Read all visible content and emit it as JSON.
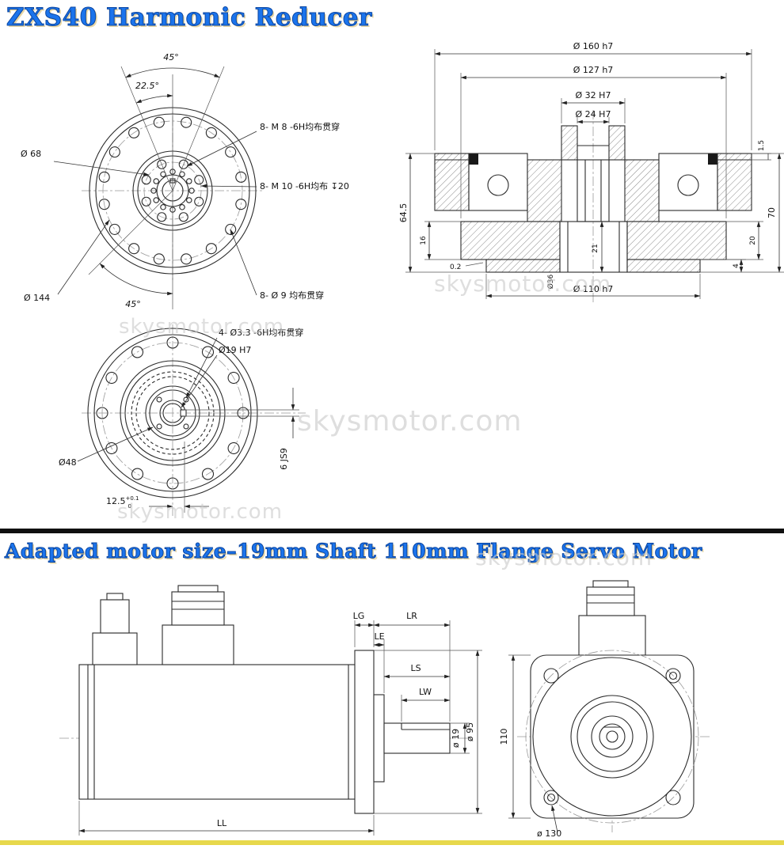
{
  "titles": {
    "reducer": "ZXS40 Harmonic Reducer",
    "motor": "Adapted motor size–19mm Shaft 110mm Flange Servo Motor"
  },
  "watermark": {
    "text": "skysmotor.com"
  },
  "colors": {
    "title_blue": "#1b74ec",
    "title_glow": "#e9d8a6",
    "accent_yellow": "#e7d84c",
    "divider_black": "#101010",
    "line": "#2b2b2b",
    "watermark_gray": "#c9c9c9"
  },
  "reducer_front_view": {
    "angle_top": "45°",
    "angle_mid": "22.5°",
    "dia_68": "Ø 68",
    "dia_144": "Ø 144",
    "m8_note": "8- M 8 -6H均布贯穿",
    "m10_note": "8- M 10 -6H均布 ↧20",
    "dia9_note": "8- Ø 9 均布贯穿",
    "angle_bottom": "45°"
  },
  "reducer_section_view": {
    "dia_160": "Ø 160 h7",
    "dia_127": "Ø 127 h7",
    "dia_32": "Ø 32 H7",
    "dia_24": "Ø 24 H7",
    "dim_1_5": "1.5",
    "dim_70": "70",
    "dim_20": "20",
    "dim_4": "4",
    "dim_64_5": "64.5",
    "dim_16": "16",
    "dim_0_2": "0.2",
    "dia_36": "Ø36",
    "dim_21": "21",
    "dia_110": "Ø 110 h7"
  },
  "reducer_output_view": {
    "holes_note": "4- Ø3.3 -6H均布贯穿",
    "dia_19": "Ø19 H7",
    "dia_48": "Ø48",
    "dim_12_5": "12.5",
    "dim_12_5_tol_upper": "+0.1",
    "dim_12_5_tol_lower": "0",
    "key_width": "6 JS9"
  },
  "motor_side_view": {
    "dim_lg": "LG",
    "dim_lr": "LR",
    "dim_le": "LE",
    "dim_ls": "LS",
    "dim_lw": "LW",
    "dia_19": "ø 19",
    "dia_95": "ø 95",
    "dim_ll": "LL"
  },
  "motor_front_view": {
    "dim_110": "110",
    "dia_130": "ø 130"
  }
}
